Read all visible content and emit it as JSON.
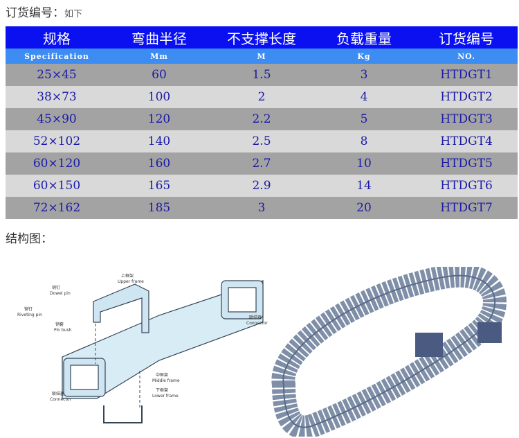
{
  "order_heading": {
    "label": "订货编号：",
    "note": "如下"
  },
  "table": {
    "headers": [
      "规格",
      "弯曲半径",
      "不支撑长度",
      "负载重量",
      "订货编号"
    ],
    "units": [
      "Specification",
      "Mm",
      "M",
      "Kg",
      "NO."
    ],
    "rows": [
      [
        "25×45",
        "60",
        "1.5",
        "3",
        "HTDGT1"
      ],
      [
        "38×73",
        "100",
        "2",
        "4",
        "HTDGT2"
      ],
      [
        "45×90",
        "120",
        "2.2",
        "5",
        "HTDGT3"
      ],
      [
        "52×102",
        "140",
        "2.5",
        "8",
        "HTDGT4"
      ],
      [
        "60×120",
        "160",
        "2.7",
        "10",
        "HTDGT5"
      ],
      [
        "60×150",
        "165",
        "2.9",
        "14",
        "HTDGT6"
      ],
      [
        "72×162",
        "185",
        "3",
        "20",
        "HTDGT7"
      ]
    ]
  },
  "structure_heading": "结构图：",
  "diagram_labels": {
    "upper": "上框架",
    "upper_en": "Upper frame",
    "dowel": "销钉",
    "dowel_en": "Dowel pin",
    "riveting": "铆钉",
    "riveting_en": "Riveting pin",
    "bush": "销套",
    "bush_en": "Pin bush",
    "connector": "联结器",
    "connector_en": "Connector",
    "middle": "中框架",
    "middle_en": "Middle frame",
    "lower": "下框架",
    "lower_en": "Lower frame"
  }
}
